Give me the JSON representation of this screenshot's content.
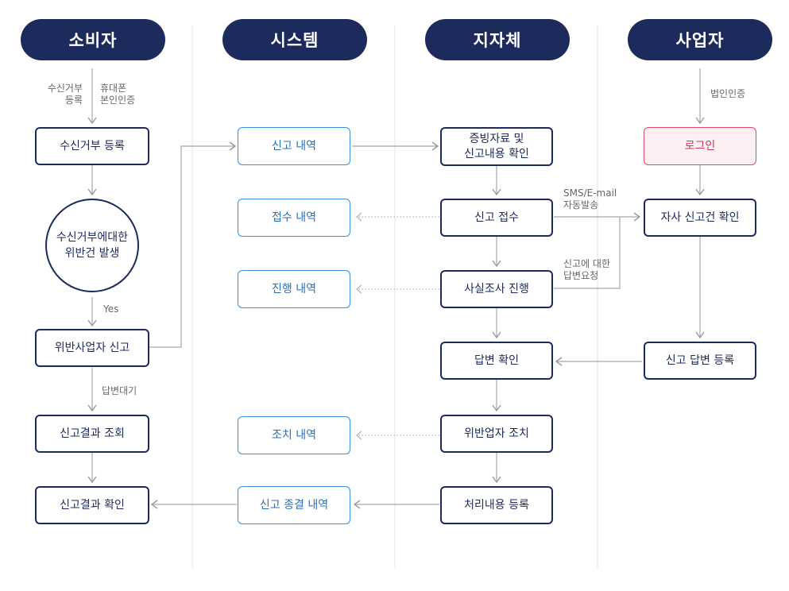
{
  "columns": [
    "소비자",
    "시스템",
    "지자체",
    "사업자"
  ],
  "consumer": {
    "note_register": "수신거부\n등록",
    "note_auth": "휴대폰\n본인인증",
    "register": "수신거부 등록",
    "violation": "수신거부에대한\n위반건 발생",
    "yes": "Yes",
    "report": "위반사업자 신고",
    "wait": "답변대기",
    "lookup": "신고결과 조회",
    "confirm": "신고결과 확인"
  },
  "system": {
    "report_history": "신고 내역",
    "receipt_history": "접수 내역",
    "progress_history": "진행 내역",
    "action_history": "조치 내역",
    "close_history": "신고 종결 내역"
  },
  "local_gov": {
    "check_evidence": "증빙자료 및\n신고내용 확인",
    "receive": "신고 접수",
    "investigate": "사실조사 진행",
    "answer_check": "답변 확인",
    "action": "위반업자 조치",
    "register_result": "처리내용 등록",
    "sms_note": "SMS/E-mail\n자동발송",
    "request_note": "신고에 대한\n답변요청"
  },
  "business": {
    "cert_note": "법인인증",
    "login": "로그인",
    "check_report": "자사 신고건 확인",
    "answer_register": "신고 답변 등록"
  }
}
